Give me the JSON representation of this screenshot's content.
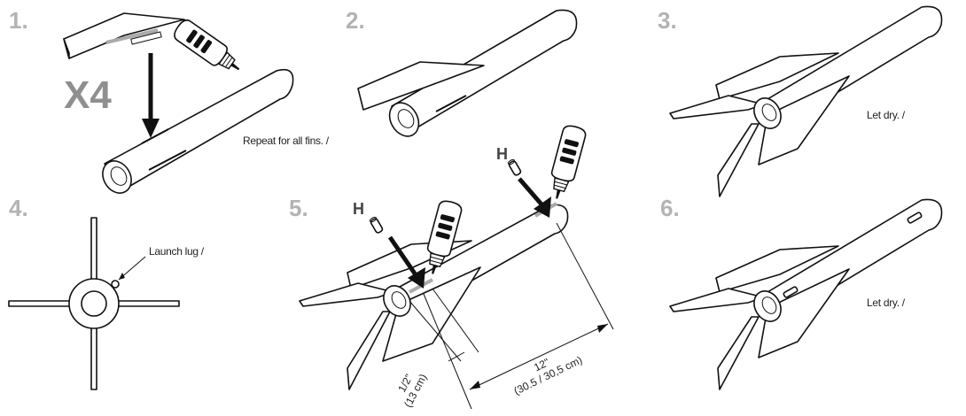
{
  "steps": [
    {
      "number": "1."
    },
    {
      "number": "2."
    },
    {
      "number": "3."
    },
    {
      "number": "4."
    },
    {
      "number": "5."
    },
    {
      "number": "6."
    }
  ],
  "step1": {
    "multiplier": "X4",
    "note": "Repeat for all fins. /"
  },
  "step3": {
    "note": "Let dry. /"
  },
  "step4": {
    "callout": "Launch lug /"
  },
  "step5": {
    "part_label_left": "H",
    "part_label_right": "H",
    "dim_short_value": "1/2\"",
    "dim_short_metric": "(13 cm)",
    "dim_long_value": "12\"",
    "dim_long_metric": "(30.5 / 30,5 cm)"
  },
  "step6": {
    "note": "Let dry. /"
  },
  "colors": {
    "step_number": "#b3b3b3",
    "multiplier": "#8f8f8f",
    "line": "#111111",
    "glue_mark": "#aaaaaa"
  }
}
